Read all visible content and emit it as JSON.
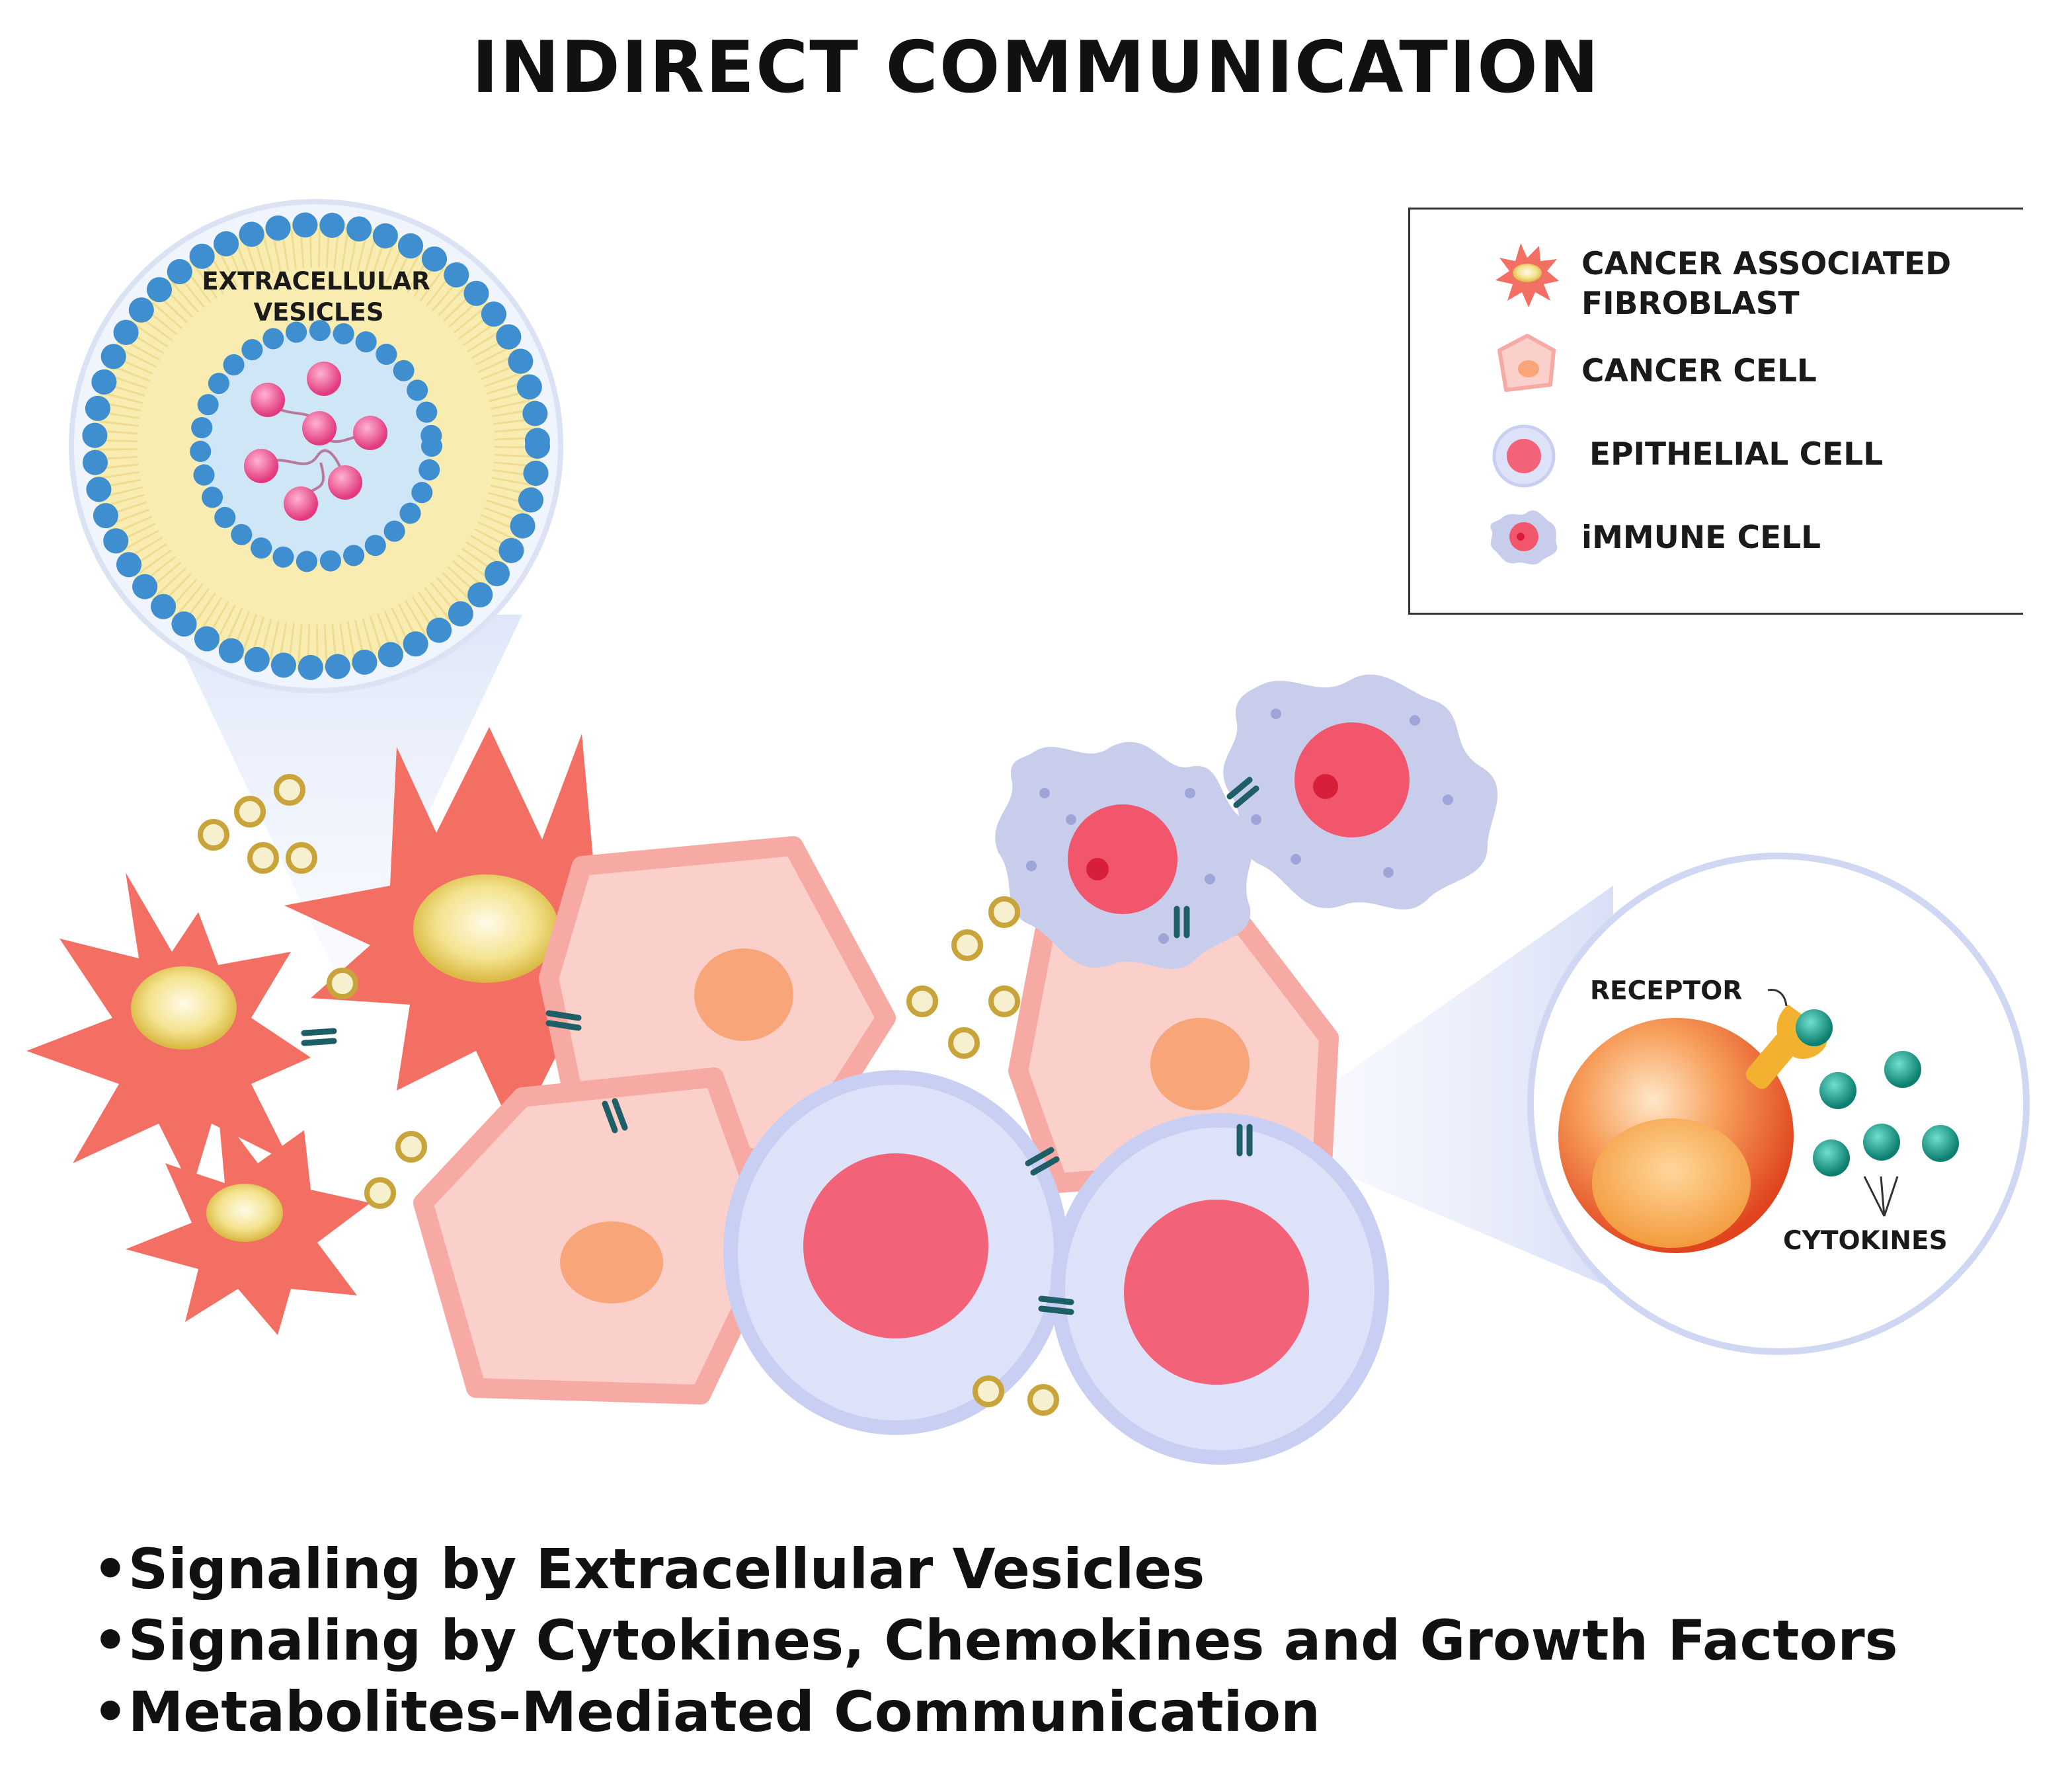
{
  "title": "INDIRECT COMMUNICATION",
  "legend": {
    "items": [
      {
        "line1": "CANCER ASSOCIATED",
        "line2": "FIBROBLAST",
        "icon": "fibroblast-icon"
      },
      {
        "line1": "CANCER CELL",
        "icon": "cancer-cell-icon"
      },
      {
        "line1": "EPITHELIAL CELL",
        "icon": "epithelial-cell-icon"
      },
      {
        "line1": "iMMUNE CELL",
        "icon": "immune-cell-icon"
      }
    ]
  },
  "vesicle_inset": {
    "line1": "EXTRACELLULAR",
    "line2": "VESICLES"
  },
  "receptor_inset": {
    "receptor": "RECEPTOR",
    "cytokines": "CYTOKINES"
  },
  "bullets": [
    "•Signaling by Extracellular Vesicles",
    "•Signaling by Cytokines, Chemokines and Growth Factors",
    "•Metabolites-Mediated Communication"
  ],
  "colors": {
    "fibroblast": "#f46f63",
    "cancer_cell": "#fbd0cb",
    "cancer_nucleus": "#f8a679",
    "epithelial": "#dde2f8",
    "epithelial_nucleus": "#f2637a",
    "immune": "#c9cdec",
    "membrane_blue": "#3e8ed0",
    "cytokine": "#14a08f",
    "receptor": "#f2b12e"
  }
}
